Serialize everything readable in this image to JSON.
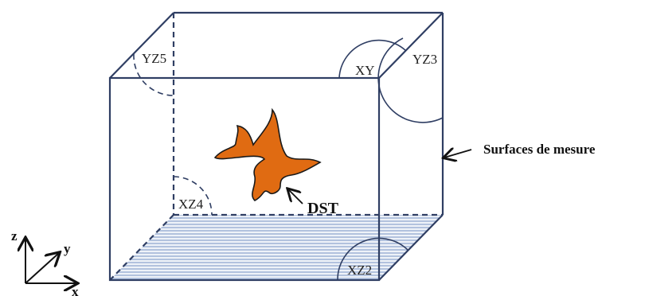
{
  "colors": {
    "edge": "#2f3e63",
    "source": "#e06b12",
    "hatch": "#8aa3cc",
    "floor": "#eef2f8"
  },
  "labels": {
    "yz5": "YZ5",
    "xy": "XY",
    "yz3": "YZ3",
    "xz4": "XZ4",
    "xz2": "XZ2",
    "dst": "DST",
    "surfaces": "Surfaces de mesure"
  },
  "axes": {
    "z": "z",
    "y": "y",
    "x": "x"
  }
}
